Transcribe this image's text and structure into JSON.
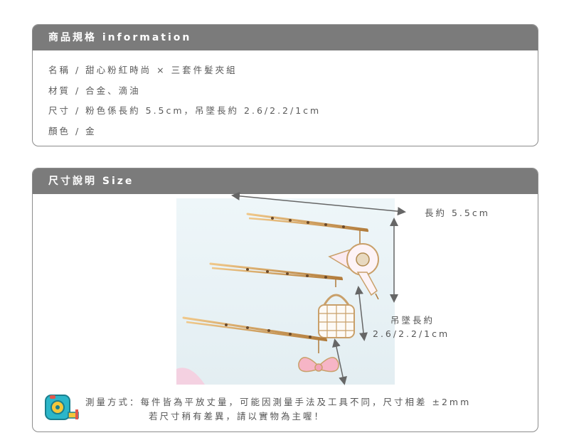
{
  "info": {
    "header": "商品規格 information",
    "rows": [
      "名稱 / 甜心粉紅時尚 × 三套件髮夾組",
      "材質 / 合金、滴油",
      "尺寸 / 粉色係長約 5.5cm，吊墜長約 2.6/2.2/1cm",
      "顏色 / 金"
    ]
  },
  "size": {
    "header": "尺寸說明 Size",
    "length_label": "長約 5.5cm",
    "pendant_label": "吊墜長約",
    "pendant_value": "2.6/2.2/1cm",
    "note_line1": "測量方式：每件皆為平放丈量，可能因測量手法及工具不同，尺寸相差 ±2mm",
    "note_line2": "若尺寸稍有差異，請以實物為主喔！"
  },
  "icons": [
    "tape-measure-icon"
  ],
  "colors": {
    "header_bg": "#7b7b7b",
    "border": "#8c8c8c",
    "tape_teal": "#2bb6c9",
    "tape_yellow": "#f4c73a",
    "tape_red": "#e2574c"
  }
}
